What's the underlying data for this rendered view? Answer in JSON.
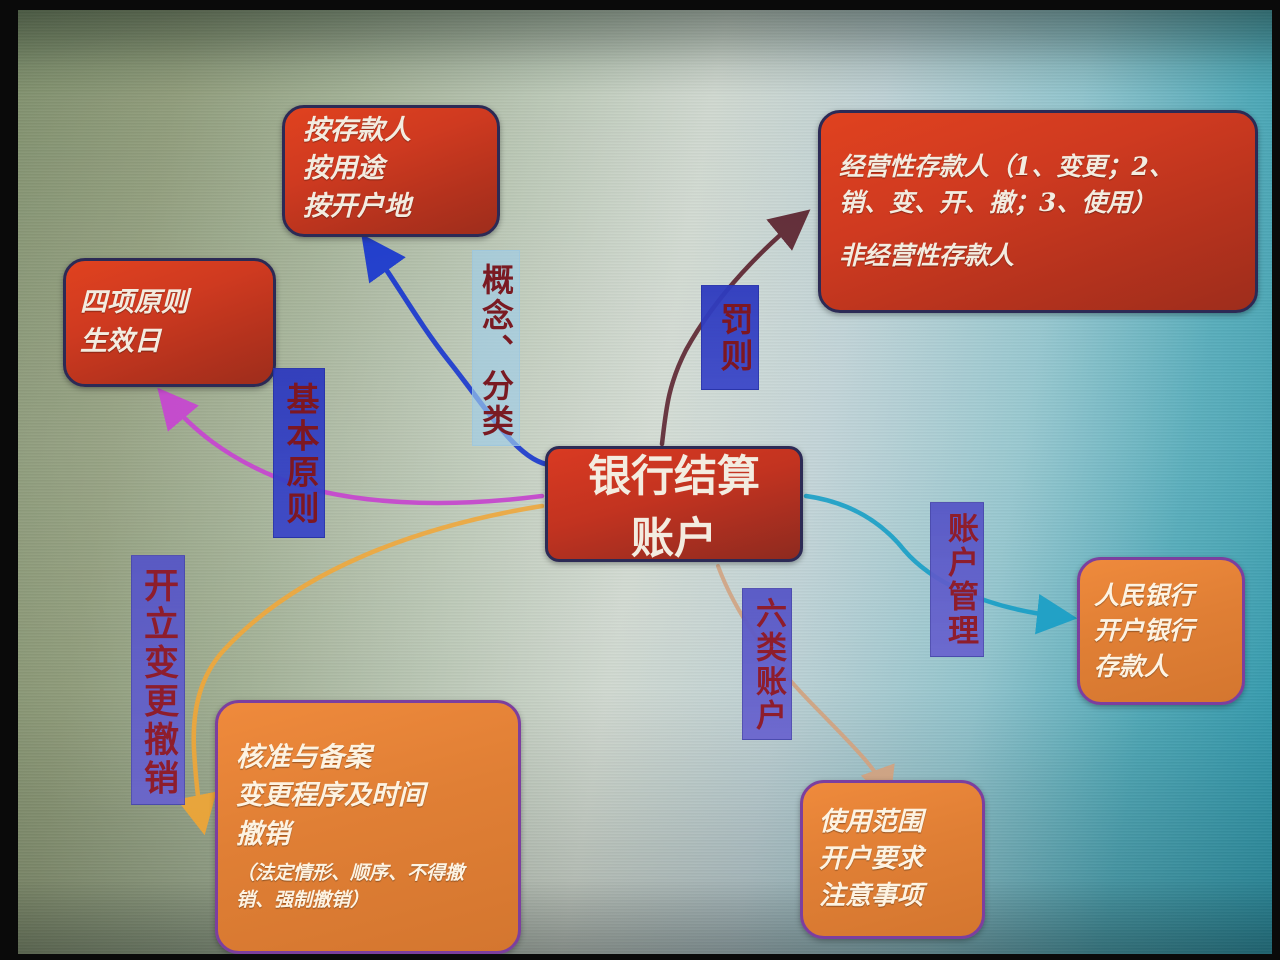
{
  "slide": {
    "title_node": "银行结算账户",
    "background_colors": {
      "left": "#8d9a78",
      "middle": "#cfd8cf",
      "right": "#2f97ab",
      "bezel": "#0a0a0a"
    }
  },
  "nodes": {
    "classify_card": {
      "name": "按存款人/按用途/按开户地",
      "lines": [
        "按存款人",
        "按用途",
        "按开户地"
      ],
      "fill": "#cf3a20",
      "border": "#2c2a55"
    },
    "depositor_card": {
      "lines": [
        "经营性存款人（1、变更；2、",
        "销、变、开、撤；3、使用）",
        "",
        "非经营性存款人"
      ],
      "fill": "#cf3a20",
      "border": "#2c2a55"
    },
    "principle_card": {
      "lines": [
        "四项原则",
        "生效日"
      ],
      "fill": "#cf3a20",
      "border": "#2c2a55"
    },
    "center_card": {
      "lines": [
        "银行结算",
        "账户"
      ],
      "fill": "#c23320",
      "border": "#2c2a55"
    },
    "pboc_card": {
      "lines": [
        "人民银行",
        "开户银行",
        "存款人"
      ],
      "fill": "#e07f35",
      "border": "#7c3f9e"
    },
    "approve_card": {
      "lines": [
        "核准与备案",
        "变更程序及时间",
        "撤销"
      ],
      "note": "（法定情形、顺序、不得撤销、强制撤销）",
      "fill": "#e07f35",
      "border": "#7c3f9e"
    },
    "scope_card": {
      "lines": [
        "使用范围",
        "开户要求",
        "注意事项"
      ],
      "fill": "#e07f35",
      "border": "#7c3f9e"
    }
  },
  "labels": {
    "concept": {
      "text": "概念、分类",
      "fill": "#a0cde8",
      "text_color": "#7a1a22"
    },
    "basic_principle": {
      "text": "基本原则",
      "fill": "#2d3abe",
      "text_color": "#7d1722"
    },
    "penalty": {
      "text": "罚则",
      "fill": "#2d3abe",
      "text_color": "#7d1722"
    },
    "open_change_cancel": {
      "text": "开立变更撤销",
      "fill": "#5656c6",
      "text_color": "#8e1d2c"
    },
    "six_accounts": {
      "text": "六类账户",
      "fill": "#5656c6",
      "text_color": "#8e1d2c"
    },
    "account_management": {
      "text": "账户管理",
      "fill": "#5656c6",
      "text_color": "#8e1d2c"
    }
  },
  "connectors": [
    {
      "from": "center_card",
      "to": "classify_card",
      "via": "概念、分类",
      "color": "#1433c8"
    },
    {
      "from": "center_card",
      "to": "depositor_card",
      "via": "罚则",
      "color": "#5b2530"
    },
    {
      "from": "center_card",
      "to": "principle_card",
      "via": "基本原则",
      "color": "#c040c8"
    },
    {
      "from": "center_card",
      "to": "approve_card",
      "via": "开立变更撤销",
      "color": "#e8a43a"
    },
    {
      "from": "center_card",
      "to": "pboc_card",
      "via": "账户管理",
      "color": "#1b9ec4"
    },
    {
      "from": "center_card",
      "to": "scope_card",
      "via": "六类账户",
      "color": "#cda383"
    }
  ]
}
